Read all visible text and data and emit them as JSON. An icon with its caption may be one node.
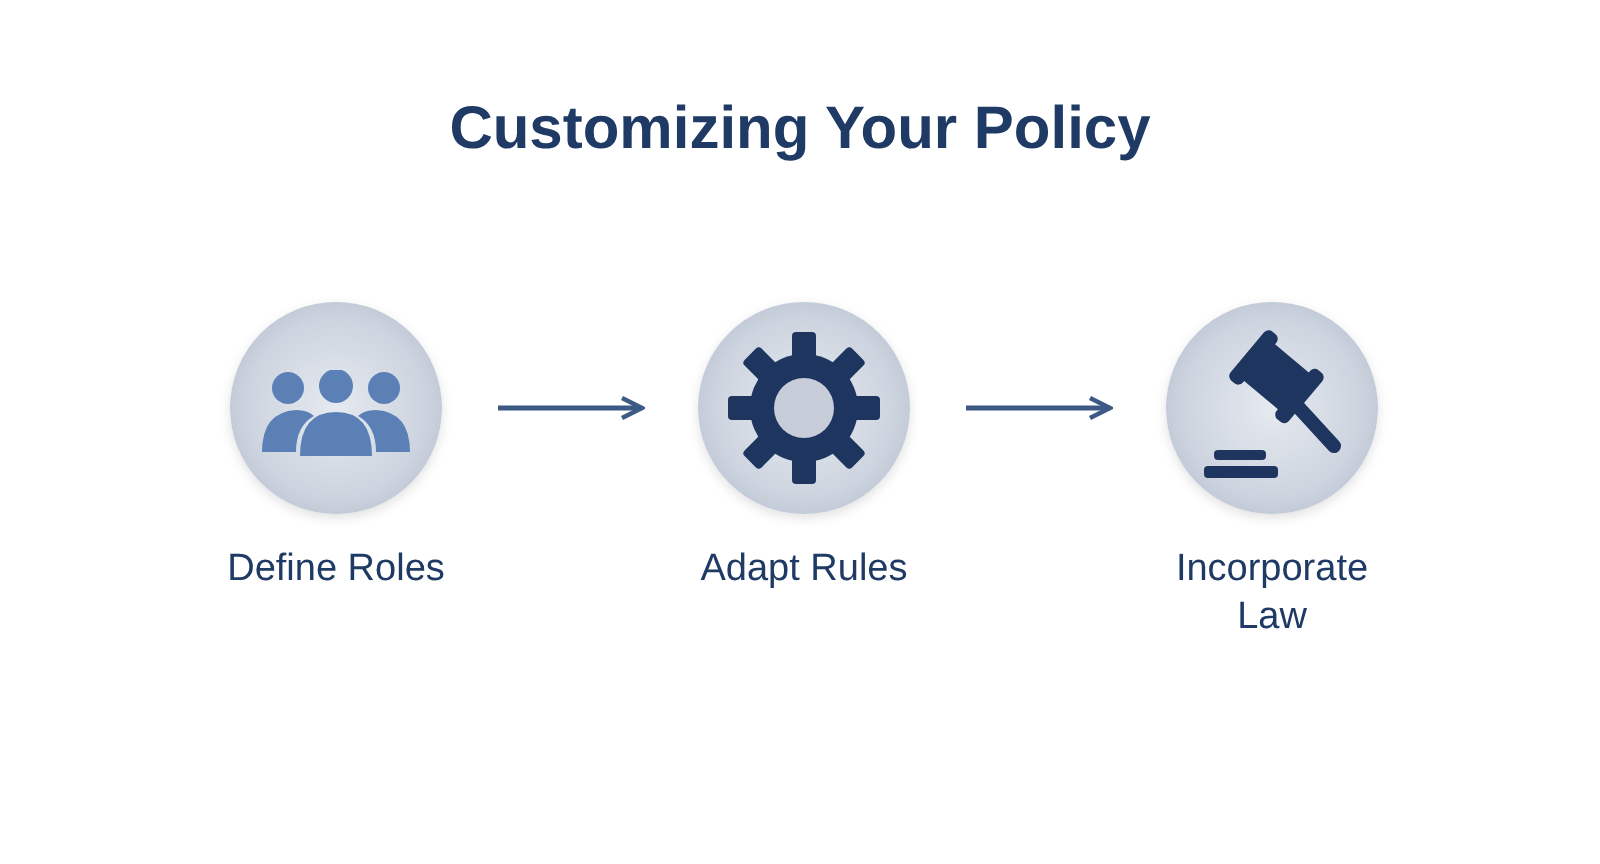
{
  "diagram": {
    "title": "Customizing Your Policy",
    "nodes": [
      {
        "text": [
          "Define Roles"
        ]
      },
      {
        "text": [
          "Adapt Rules"
        ]
      },
      {
        "text": [
          "Incorporate Law"
        ]
      }
    ],
    "edges": [
      {
        "from": 0,
        "to": 1,
        "arrow": "to"
      },
      {
        "from": 1,
        "to": 2,
        "arrow": "to"
      }
    ]
  }
}
